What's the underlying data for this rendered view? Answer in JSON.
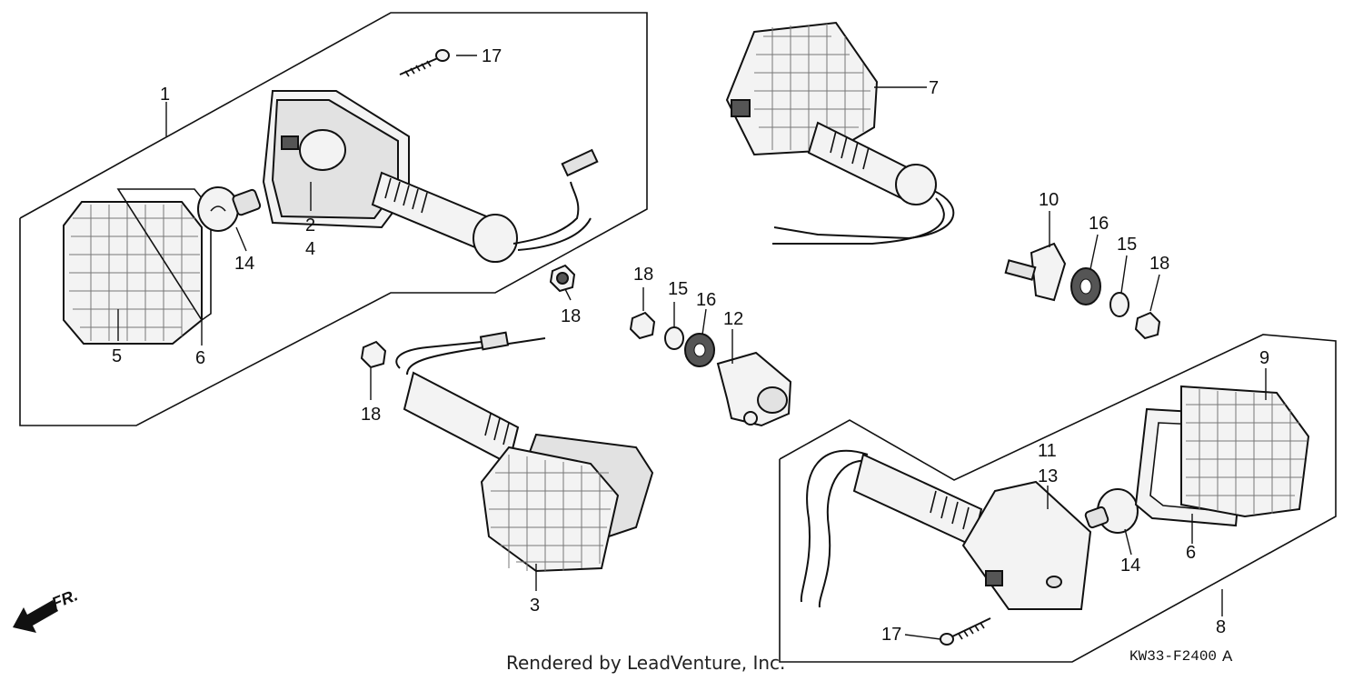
{
  "diagram": {
    "callouts": [
      {
        "id": "c1",
        "text": "1"
      },
      {
        "id": "c2",
        "text": "2"
      },
      {
        "id": "c4",
        "text": "4"
      },
      {
        "id": "c17a",
        "text": "17"
      },
      {
        "id": "c14a",
        "text": "14"
      },
      {
        "id": "c5",
        "text": "5"
      },
      {
        "id": "c6a",
        "text": "6"
      },
      {
        "id": "c18a",
        "text": "18"
      },
      {
        "id": "c18b",
        "text": "18"
      },
      {
        "id": "c3",
        "text": "3"
      },
      {
        "id": "c18c",
        "text": "18"
      },
      {
        "id": "c15a",
        "text": "15"
      },
      {
        "id": "c16a",
        "text": "16"
      },
      {
        "id": "c12",
        "text": "12"
      },
      {
        "id": "c7",
        "text": "7"
      },
      {
        "id": "c10",
        "text": "10"
      },
      {
        "id": "c16b",
        "text": "16"
      },
      {
        "id": "c15b",
        "text": "15"
      },
      {
        "id": "c18d",
        "text": "18"
      },
      {
        "id": "c9",
        "text": "9"
      },
      {
        "id": "c11",
        "text": "11"
      },
      {
        "id": "c13",
        "text": "13"
      },
      {
        "id": "c14b",
        "text": "14"
      },
      {
        "id": "c6b",
        "text": "6"
      },
      {
        "id": "c8",
        "text": "8"
      },
      {
        "id": "c17b",
        "text": "17"
      }
    ],
    "direction_label": "FR.",
    "diagram_code": "KW33-F2400",
    "diagram_code_suffix": "A",
    "credit": "Rendered by LeadVenture, Inc."
  }
}
